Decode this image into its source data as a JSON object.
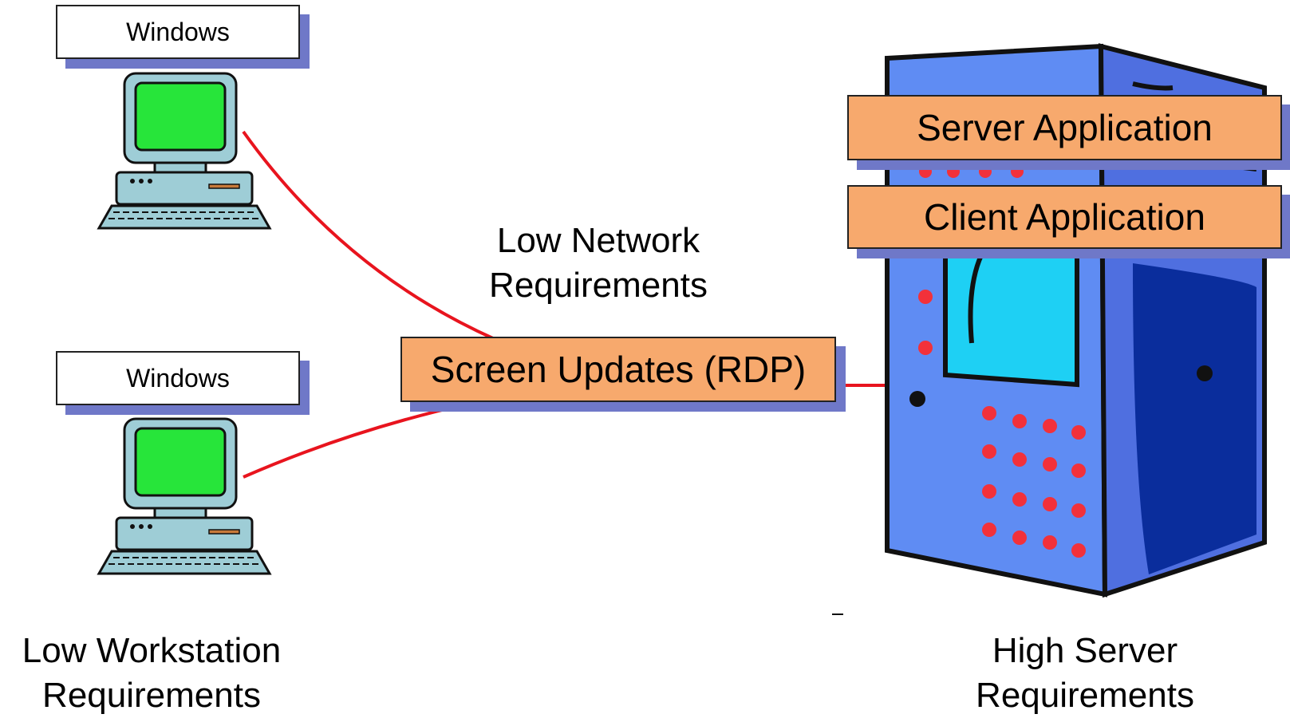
{
  "windows_label_top": "Windows",
  "windows_label_bottom": "Windows",
  "network_label": {
    "line1": "Low Network",
    "line2": "Requirements"
  },
  "rdp_box": "Screen Updates (RDP)",
  "server_app": "Server Application",
  "client_app": "Client Application",
  "workstation_label": {
    "line1": "Low Workstation",
    "line2": "Requirements"
  },
  "server_label": {
    "line1": "High Server",
    "line2": "Requirements"
  },
  "colors": {
    "link_line": "#e8141e",
    "box_fill": "#f7a96d",
    "box_shadow": "#6f78c8",
    "monitor_screen": "#27e53a",
    "server_body": "#5f8cf3",
    "server_panel": "#0a2d9c"
  }
}
